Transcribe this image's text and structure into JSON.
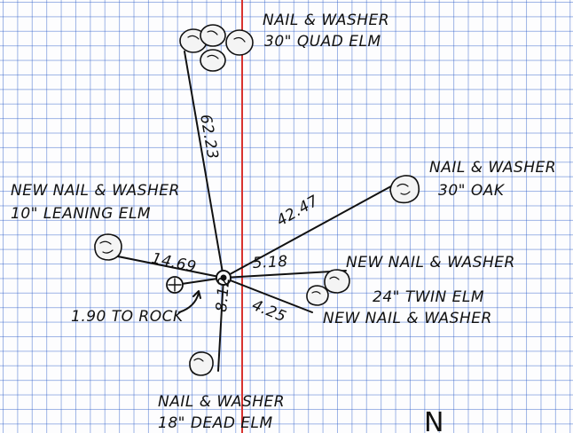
{
  "sheet": {
    "grid_color": "#2e5bcc",
    "margin_line_color": "#d8332f",
    "ink_color": "#111111"
  },
  "labels": {
    "quad_elm_line1": "NAIL & WASHER",
    "quad_elm_line2": "30\" QUAD ELM",
    "oak_line1": "NAIL & WASHER",
    "oak_line2": "30\" OAK",
    "leaning_elm_line1": "NEW NAIL & WASHER",
    "leaning_elm_line2": "10\" LEANING ELM",
    "twin_elm_new1": "NEW NAIL & WASHER",
    "twin_elm_line": "24\" TWIN ELM",
    "twin_elm_new2": "NEW NAIL & WASHER",
    "rock_note": "1.90 TO ROCK",
    "dead_elm_line1": "NAIL & WASHER",
    "dead_elm_line2": "18\" DEAD ELM",
    "north": "N"
  },
  "distances": {
    "quad_elm": "62.23",
    "oak": "42.47",
    "leaning_elm": "14.69",
    "twin_elm_upper": "5.18",
    "twin_elm_lower": "4.25",
    "dead_elm": "8.12"
  }
}
